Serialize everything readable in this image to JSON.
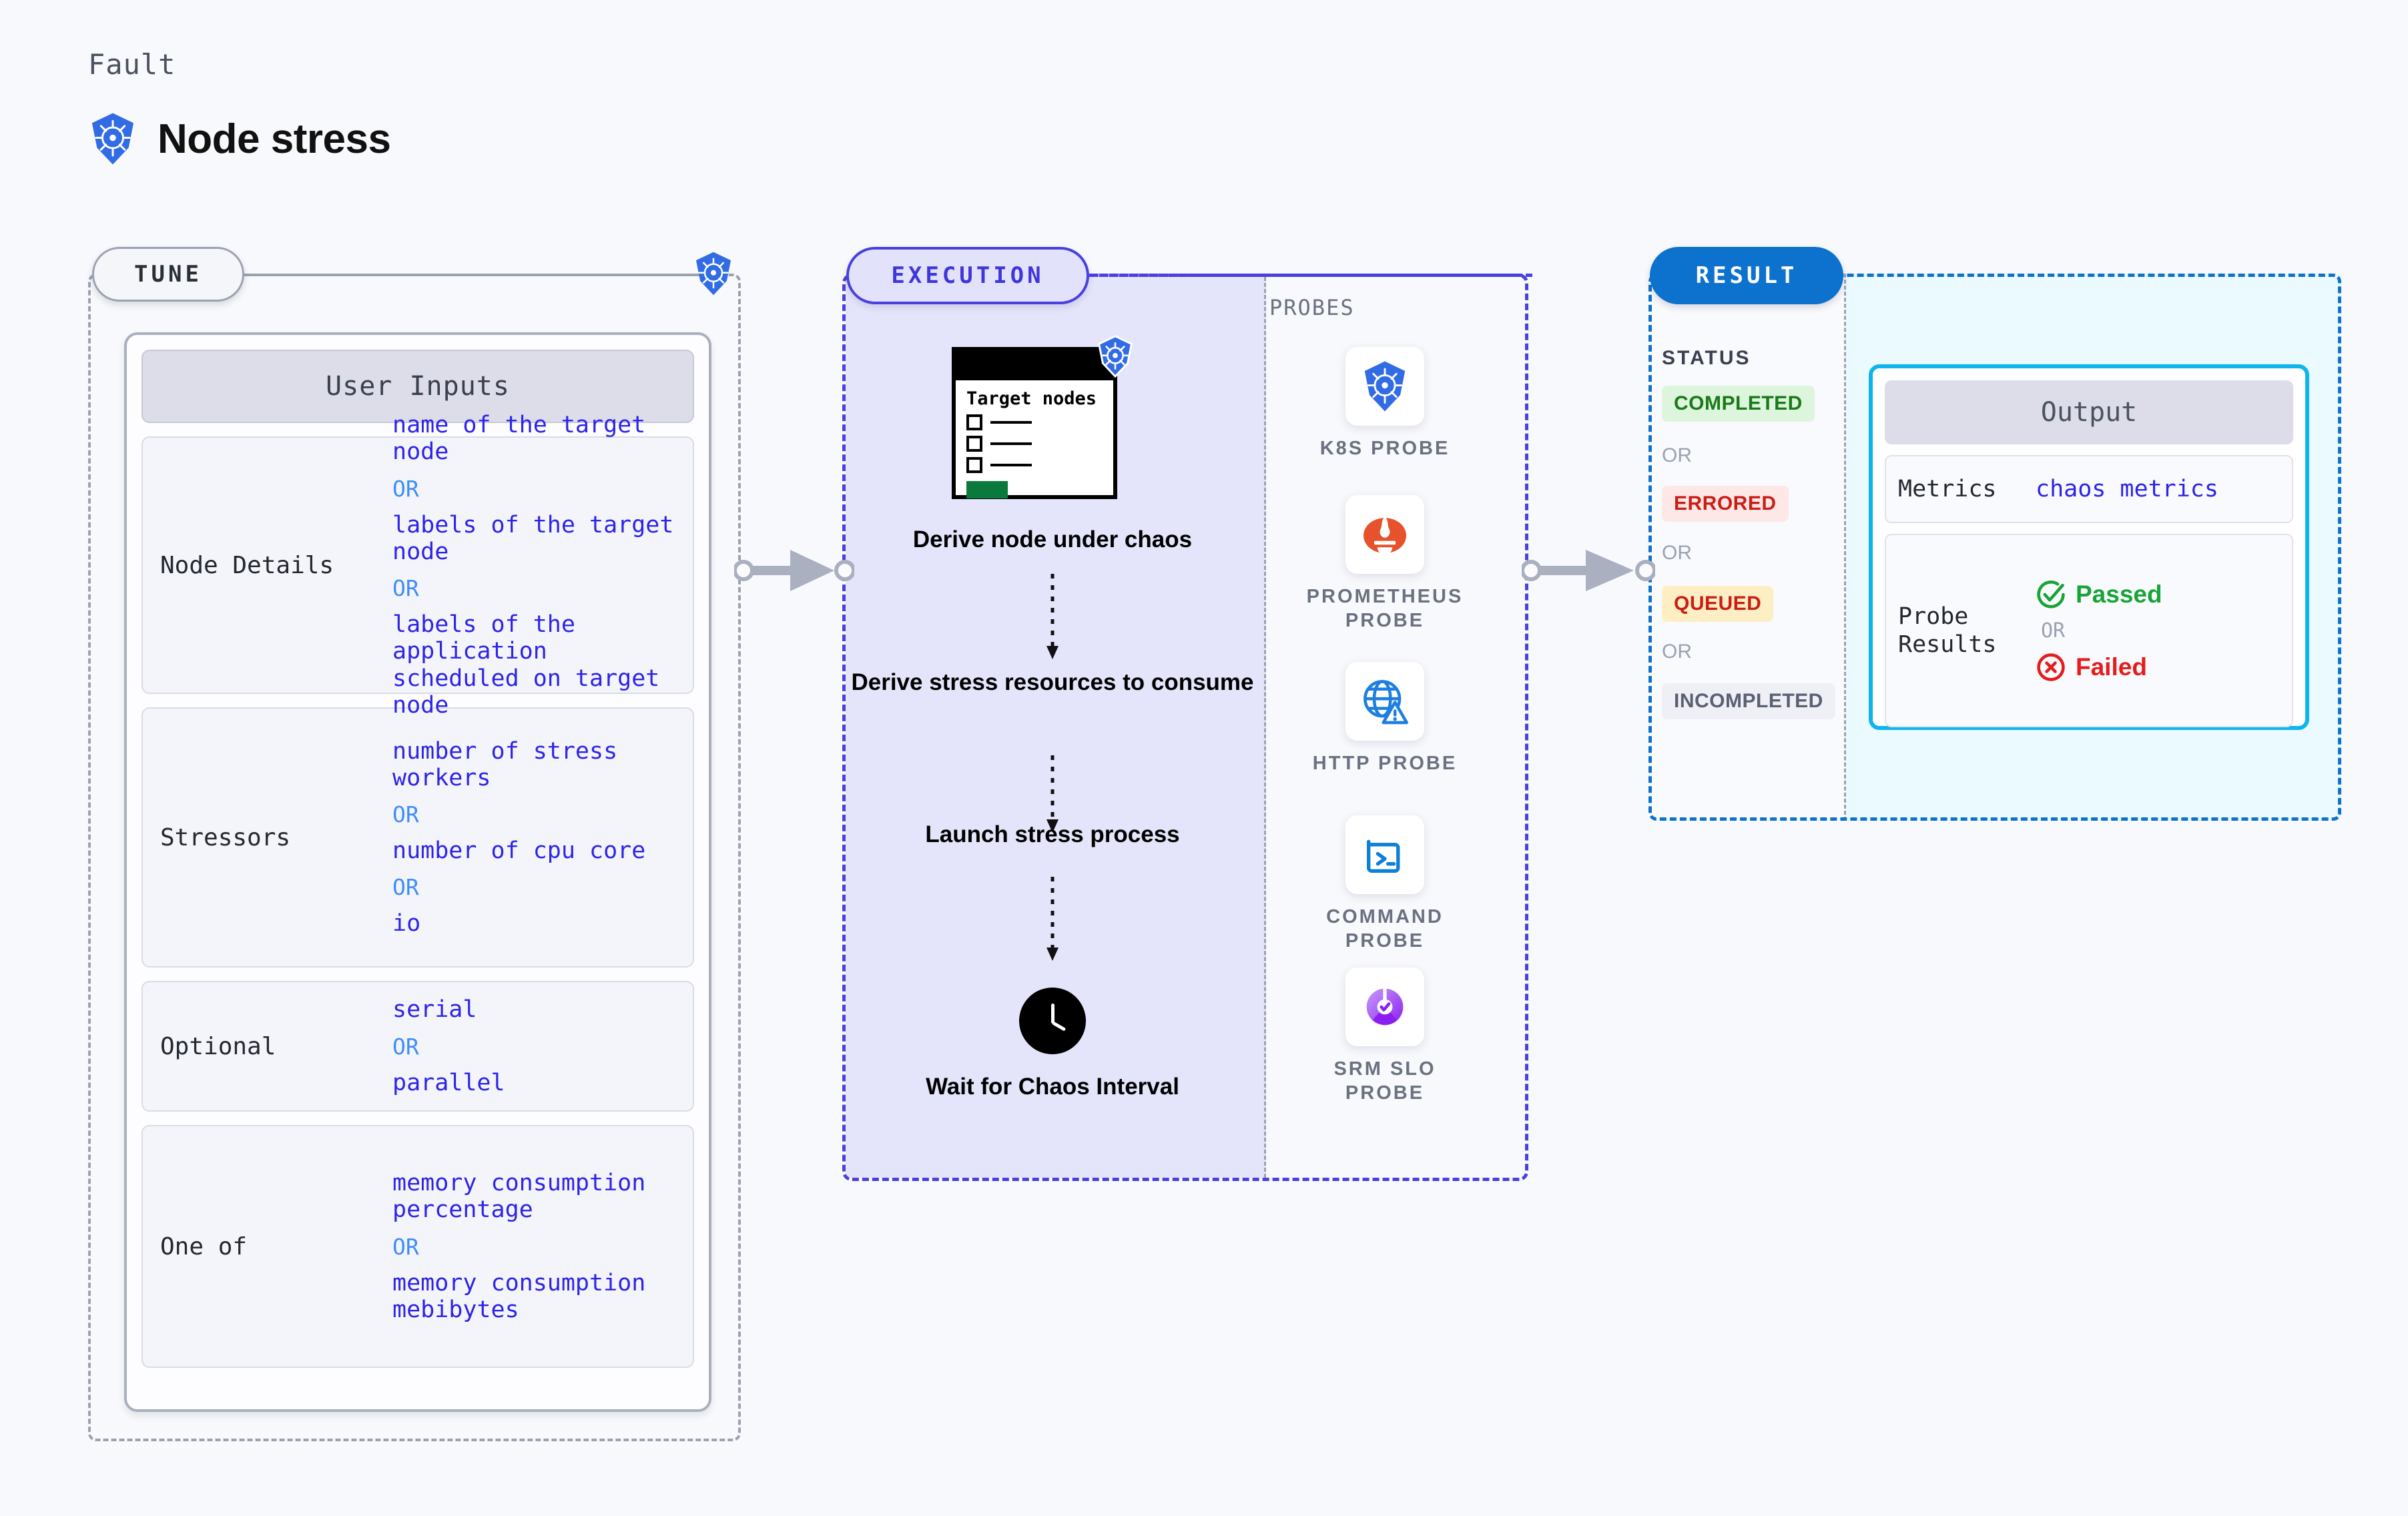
{
  "header": {
    "eyebrow": "Fault",
    "title": "Node stress",
    "icon": "kubernetes-icon"
  },
  "tune": {
    "pill_label": "TUNE",
    "badge_icon": "kubernetes-icon",
    "card_title": "User Inputs",
    "rows": [
      {
        "label": "Node Details",
        "values": [
          "name of the target node",
          "labels of the target node",
          "labels of the application scheduled on target node"
        ],
        "separator": "OR"
      },
      {
        "label": "Stressors",
        "values": [
          "number of stress workers",
          "number of cpu core",
          "io"
        ],
        "separator": "OR"
      },
      {
        "label": "Optional",
        "values": [
          "serial",
          "parallel"
        ],
        "separator": "OR"
      },
      {
        "label": "One of",
        "values": [
          "memory consumption percentage",
          "memory consumption mebibytes"
        ],
        "separator": "OR"
      }
    ]
  },
  "execution": {
    "pill_label": "EXECUTION",
    "card": {
      "title": "Target nodes",
      "icon": "kubernetes-icon",
      "checkbox_count": 3
    },
    "steps": [
      "Derive node under chaos",
      "Derive stress resources to consume",
      "Launch stress process",
      "Wait for Chaos Interval"
    ],
    "clock_icon": "clock-icon"
  },
  "probes": {
    "label": "PROBES",
    "items": [
      {
        "label": "K8S PROBE",
        "icon": "kubernetes-icon"
      },
      {
        "label": "PROMETHEUS PROBE",
        "icon": "prometheus-icon"
      },
      {
        "label": "HTTP PROBE",
        "icon": "globe-warning-icon"
      },
      {
        "label": "COMMAND PROBE",
        "icon": "terminal-icon"
      },
      {
        "label": "SRM SLO PROBE",
        "icon": "srm-slo-icon"
      }
    ]
  },
  "result": {
    "pill_label": "RESULT",
    "status_title": "STATUS",
    "separator": "OR",
    "statuses": [
      {
        "label": "COMPLETED",
        "bg": "#dcf5dc",
        "color": "#1a7a1a"
      },
      {
        "label": "ERRORED",
        "bg": "#fde8e7",
        "color": "#cc1d15"
      },
      {
        "label": "QUEUED",
        "bg": "#fdeec4",
        "color": "#cc1d15"
      },
      {
        "label": "INCOMPLETED",
        "bg": "#eef0f6",
        "color": "#5a6072"
      }
    ],
    "output": {
      "title": "Output",
      "metrics_label": "Metrics",
      "metrics_value": "chaos metrics",
      "probe_results_label": "Probe Results",
      "passed_label": "Passed",
      "failed_label": "Failed",
      "separator": "OR",
      "passed_icon": "check-circle-icon",
      "failed_icon": "x-circle-icon"
    }
  },
  "colors": {
    "background": "#f8f9fc",
    "kubernetes_blue": "#326ce5",
    "execution_purple": "#4a40e0",
    "execution_fill": "#e4e5fb",
    "result_blue": "#0d71ce",
    "output_cyan": "#0db4ee",
    "value_indigo": "#2e24e8",
    "or_blue": "#3f8ef7"
  }
}
